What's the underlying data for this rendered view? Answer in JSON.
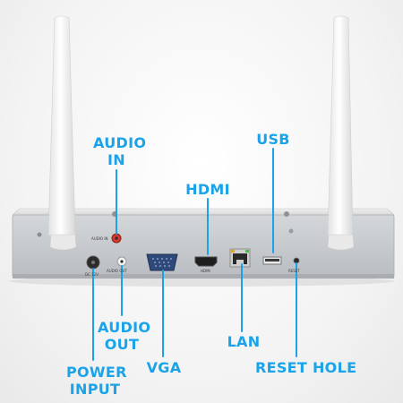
{
  "callouts": {
    "audio_in": "AUDIO\nIN",
    "usb": "USB",
    "hdmi": "HDMI",
    "audio_out": "AUDIO\nOUT",
    "power_input": "POWER\nINPUT",
    "vga": "VGA",
    "lan": "LAN",
    "reset_hole": "RESET HOLE"
  },
  "port_labels": {
    "audio_in": "AUDIO IN",
    "audio_out": "AUDIO OUT",
    "power": "DC 12V",
    "hdmi": "HDMI",
    "reset": "RESET"
  },
  "colors": {
    "callout": "#1aa3e8",
    "chassis": "#c9cdd1",
    "antenna": "#f4f4f4"
  }
}
